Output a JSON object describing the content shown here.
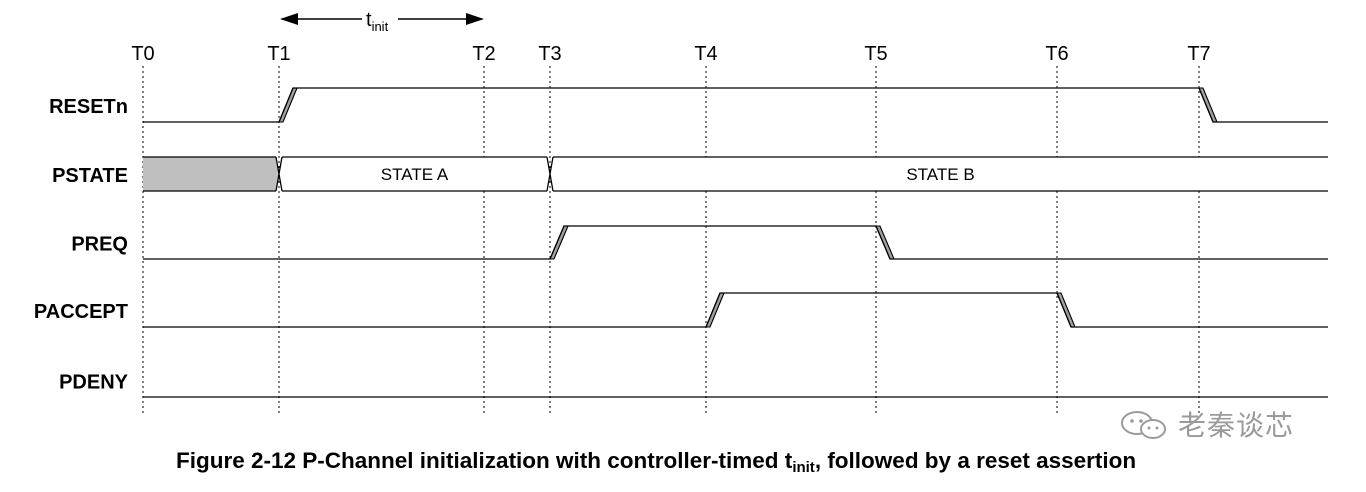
{
  "timeline": {
    "markers": [
      "T0",
      "T1",
      "T2",
      "T3",
      "T4",
      "T5",
      "T6",
      "T7"
    ],
    "t_init": {
      "base": "t",
      "sub": "init",
      "from": "T1",
      "to": "T2"
    }
  },
  "signals": [
    {
      "name": "RESETn",
      "type": "bit",
      "initial": 0,
      "transitions": [
        {
          "at": "T1",
          "to": 1
        },
        {
          "at": "T7",
          "to": 0
        }
      ]
    },
    {
      "name": "PSTATE",
      "type": "bus",
      "segments": [
        {
          "from": "T0",
          "to": "T1",
          "value": "",
          "shaded": true
        },
        {
          "from": "T1",
          "to": "T3",
          "value": "STATE A",
          "shaded": false
        },
        {
          "from": "T3",
          "to": "end",
          "value": "STATE B",
          "shaded": false
        }
      ]
    },
    {
      "name": "PREQ",
      "type": "bit",
      "initial": 0,
      "transitions": [
        {
          "at": "T3",
          "to": 1
        },
        {
          "at": "T5",
          "to": 0
        }
      ]
    },
    {
      "name": "PACCEPT",
      "type": "bit",
      "initial": 0,
      "transitions": [
        {
          "at": "T4",
          "to": 1
        },
        {
          "at": "T6",
          "to": 0
        }
      ]
    },
    {
      "name": "PDENY",
      "type": "bit",
      "initial": 0,
      "transitions": []
    }
  ],
  "caption": {
    "prefix": "Figure 2-12 P-Channel initialization with controller-timed t",
    "sub": "init",
    "suffix": ", followed by a reset assertion"
  },
  "watermark": {
    "text": "老秦谈芯",
    "icon": "wechat-logo-icon"
  },
  "colors": {
    "edge_fill": "#a0a0a0",
    "shaded_bus": "#bfbfbf",
    "line": "#000000",
    "watermark": "#9a9a9a"
  }
}
